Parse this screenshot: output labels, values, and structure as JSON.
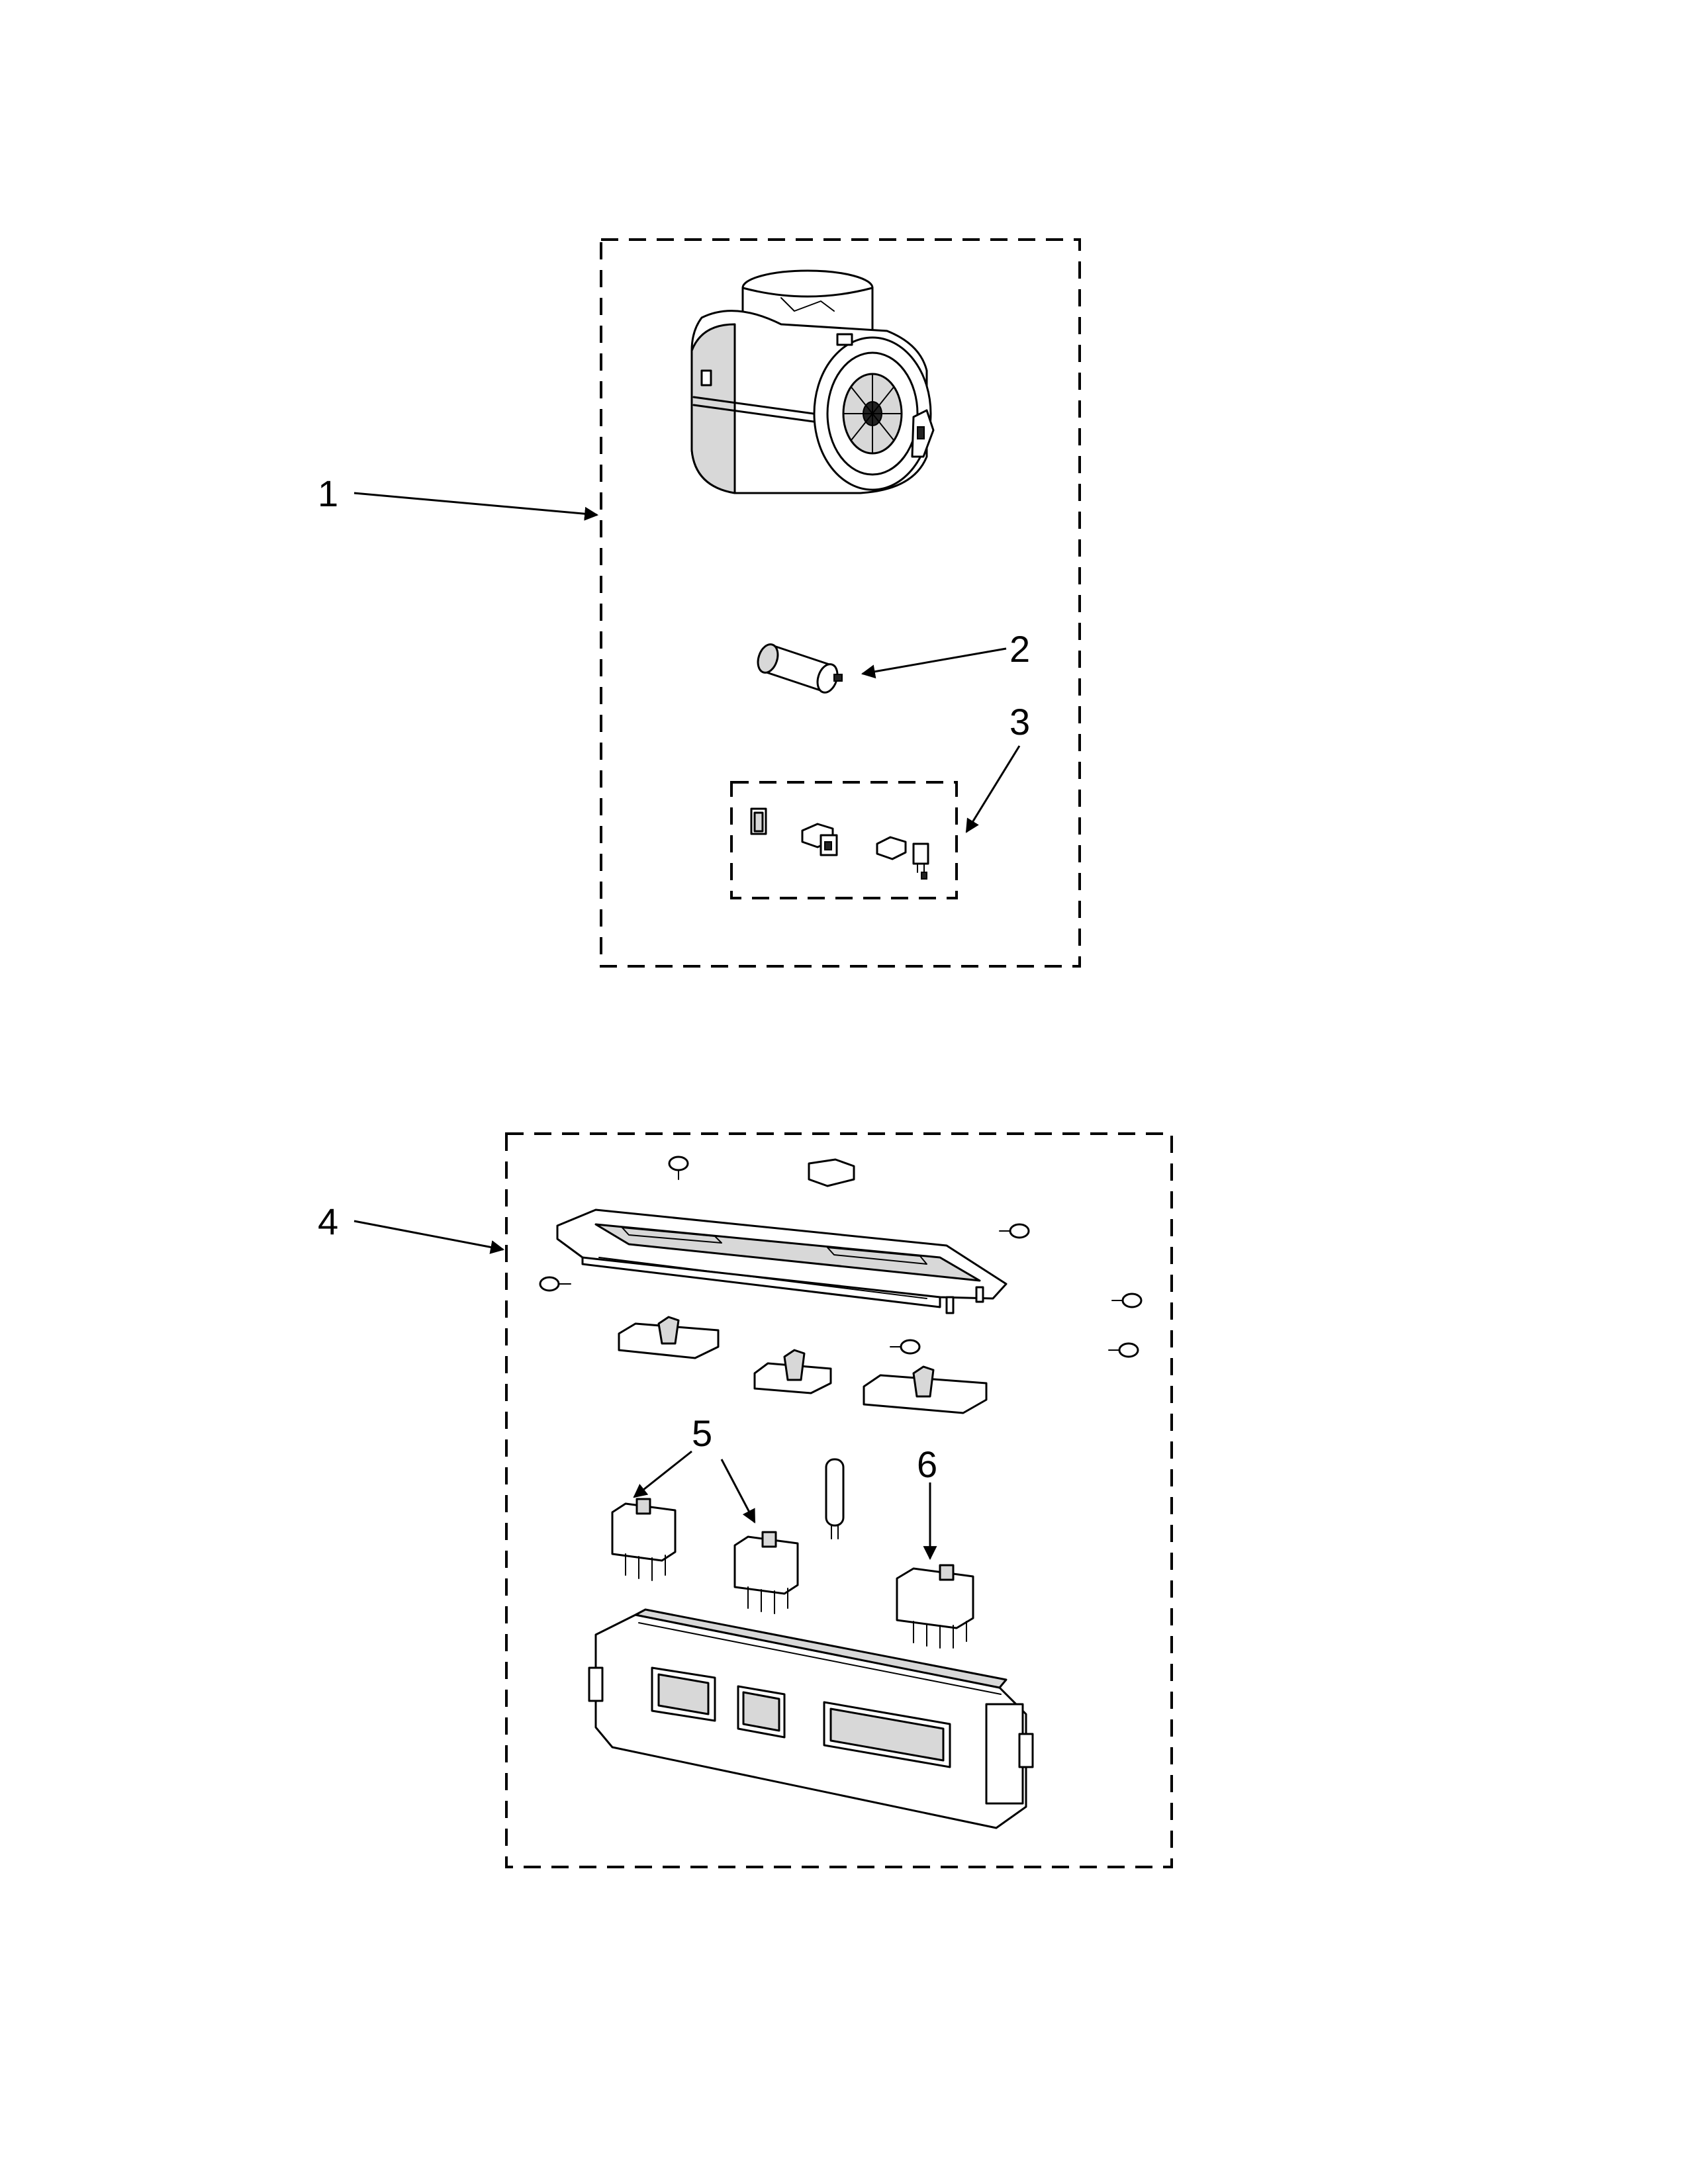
{
  "callouts": [
    {
      "id": "1",
      "label": "1"
    },
    {
      "id": "2",
      "label": "2"
    },
    {
      "id": "3",
      "label": "3"
    },
    {
      "id": "4",
      "label": "4"
    },
    {
      "id": "5",
      "label": "5"
    },
    {
      "id": "6",
      "label": "6"
    }
  ],
  "parts": [
    {
      "callout": "1",
      "icon": "blower-assembly-icon"
    },
    {
      "callout": "2",
      "icon": "capacitor-icon"
    },
    {
      "callout": "3",
      "icon": "connector-kit-icon"
    },
    {
      "callout": "4",
      "icon": "control-panel-assembly-icon"
    },
    {
      "callout": "5",
      "icon": "slide-switch-icon"
    },
    {
      "callout": "6",
      "icon": "slide-switch-icon"
    }
  ]
}
